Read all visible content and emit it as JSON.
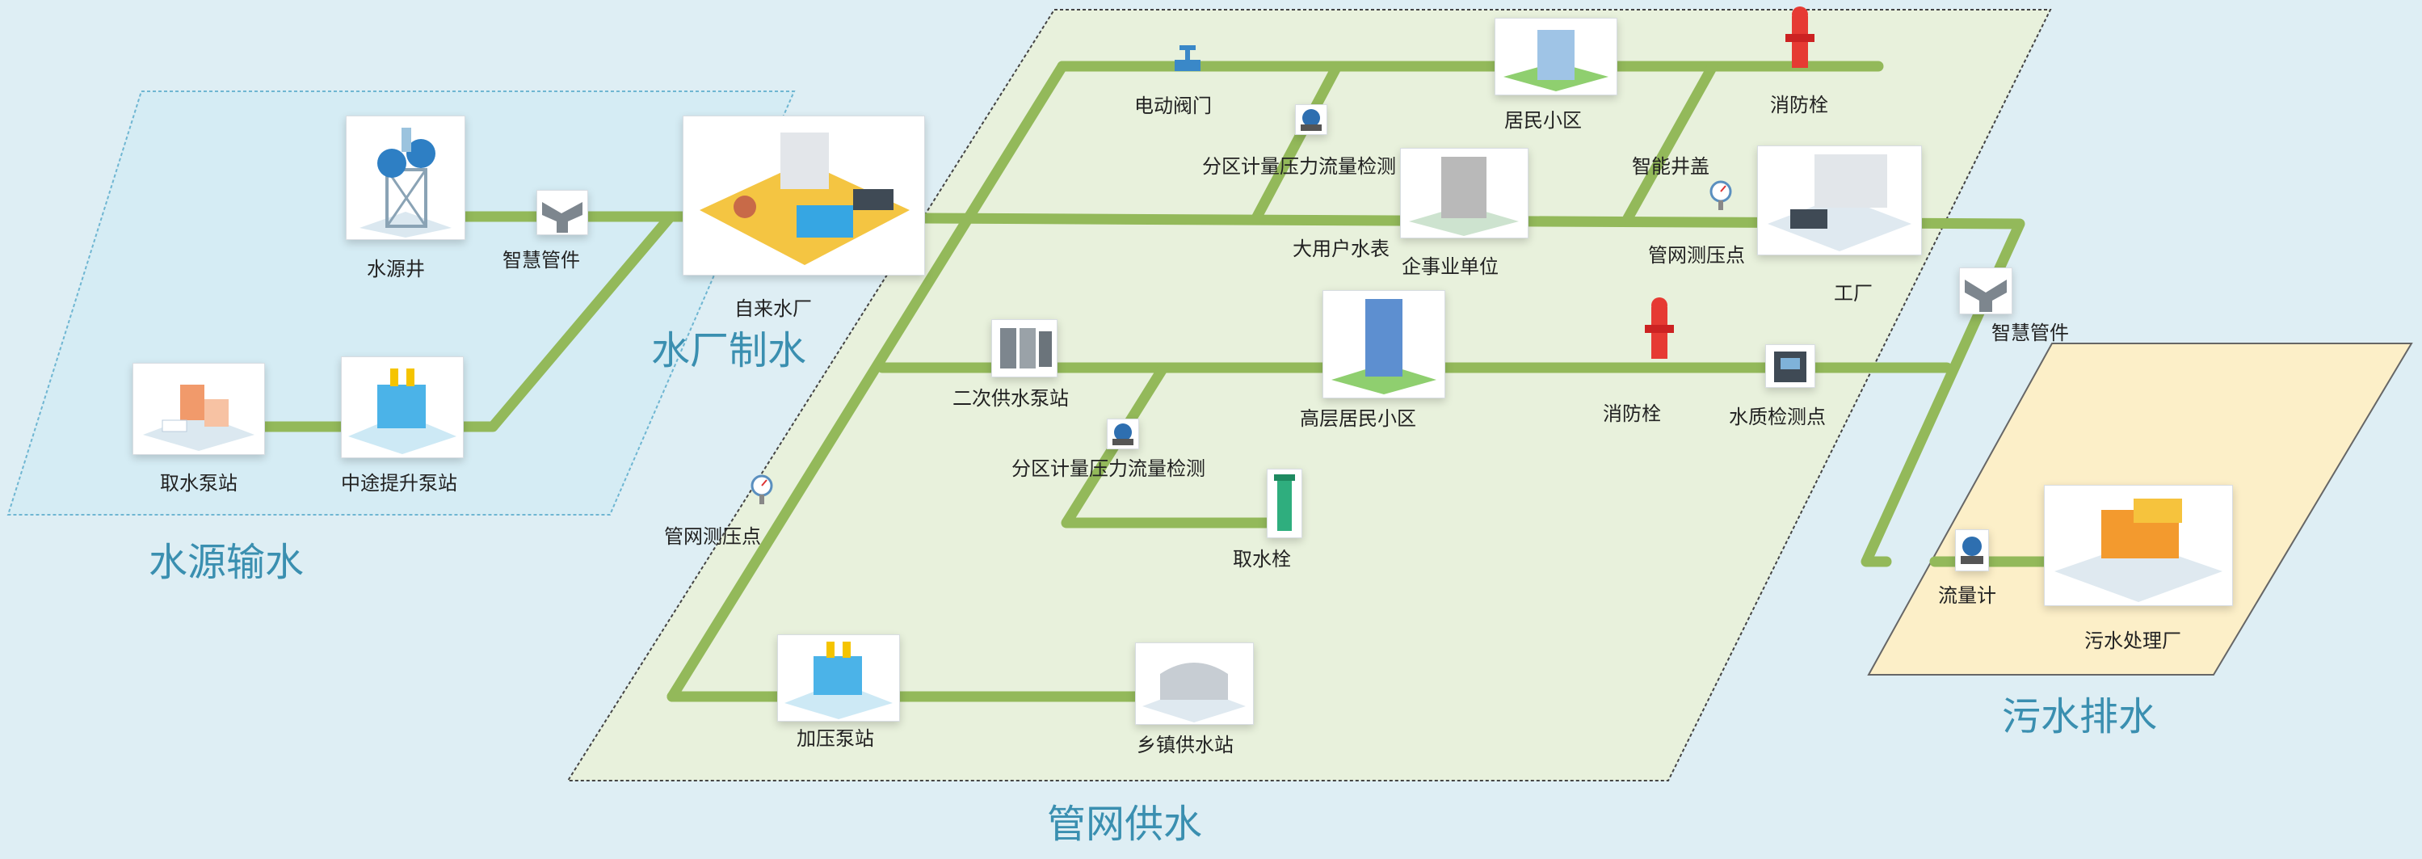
{
  "zones": {
    "source": "水源输水",
    "plant": "水厂制水",
    "network": "管网供水",
    "sewage": "污水排水"
  },
  "labels": {
    "well": "水源井",
    "smart_pipe_1": "智慧管件",
    "intake_pump": "取水泵站",
    "relay_pump": "中途提升泵站",
    "water_plant": "自来水厂",
    "electric_valve": "电动阀门",
    "residential": "居民小区",
    "hydrant_top": "消防栓",
    "zone_meter_1": "分区计量压力流量检测",
    "smart_cover": "智能井盖",
    "big_user_meter": "大用户水表",
    "enterprise": "企事业单位",
    "pressure_point_1": "管网测压点",
    "factory": "工厂",
    "smart_pipe_2": "智慧管件",
    "secondary_pump": "二次供水泵站",
    "highrise": "高层居民小区",
    "hydrant_mid": "消防栓",
    "quality_point": "水质检测点",
    "zone_meter_2": "分区计量压力流量检测",
    "intake_hydrant": "取水栓",
    "pressure_point_2": "管网测压点",
    "booster_pump": "加压泵站",
    "town_station": "乡镇供水站",
    "flow_meter": "流量计",
    "sewage_plant": "污水处理厂"
  },
  "colors": {
    "background": "#deeef4",
    "source_zone": "#d5ecf4",
    "network_zone": "#e8f1dc",
    "sewage_zone": "#fcefc8",
    "pipe": "#93b95a",
    "zone_title": "#3a8fb0"
  }
}
